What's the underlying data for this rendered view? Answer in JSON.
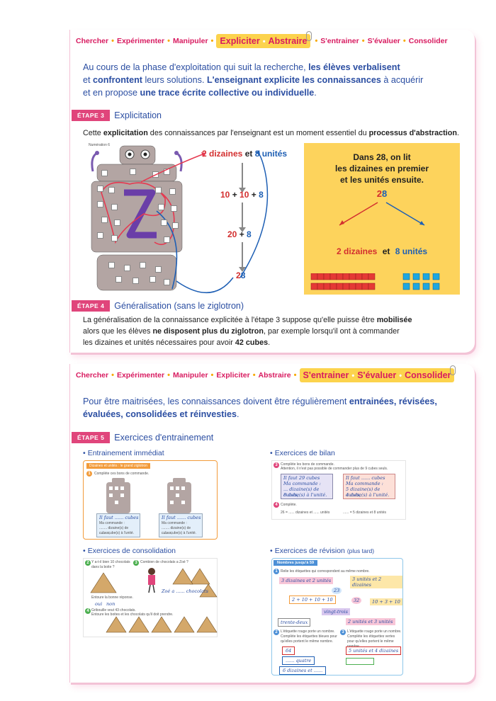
{
  "card1": {
    "nav": {
      "items": [
        "Chercher",
        "Expérimenter",
        "Manipuler"
      ],
      "highlight": [
        "Expliciter",
        "Abstraire"
      ],
      "after": [
        "S'entrainer",
        "S'évaluer",
        "Consolider"
      ]
    },
    "intro": {
      "l1a": "Au cours de la phase d'exploitation qui suit la recherche, ",
      "l1b": "les élèves verbalisent",
      "l2a": "et ",
      "l2b": "confrontent",
      "l2c": " leurs solutions. ",
      "l2d": "L'enseignant explicite les connaissances",
      "l2e": " à acquérir",
      "l3a": "et en propose ",
      "l3b": "une trace écrite collective ou individuelle",
      "l3c": "."
    },
    "etape3": {
      "tag": "ÉTAPE 3",
      "title": "Explicitation"
    },
    "para3": {
      "a": "Cette ",
      "b": "explicitation",
      "c": " des connaissances par l'enseignant est un moment essentiel du ",
      "d": "processus d'abstraction",
      "e": "."
    },
    "calc": {
      "line1_red": "2 dizaines",
      "line1_mid": " et ",
      "line1_blue": "8 unités",
      "line2_a": "10",
      "line2_b": " + ",
      "line2_c": "10",
      "line2_d": " + ",
      "line2_e": "8",
      "line3_a": "20",
      "line3_b": " + ",
      "line3_c": "8",
      "line4_a": "2",
      "line4_b": "8"
    },
    "yellow": {
      "l1": "Dans 28, on lit",
      "l2": "les dizaines en premier",
      "l3": "et les unités ensuite.",
      "n_a": "2",
      "n_b": "8",
      "diz": "2 dizaines",
      "et": "et",
      "uni": "8 unités"
    },
    "etape4": {
      "tag": "ÉTAPE 4",
      "title": "Généralisation (sans le ziglotron)"
    },
    "para4": {
      "l1a": "La généralisation de la connaissance explicitée à l'étape 3 suppose qu'elle puisse être ",
      "l1b": "mobilisée",
      "l2a": "alors que les élèves ",
      "l2b": "ne disposent plus du ziglotron",
      "l2c": ", par exemple lorsqu'il ont à commander",
      "l3a": "les dizaines et unités nécessaires pour avoir ",
      "l3b": "42 cubes",
      "l3c": "."
    },
    "robot_label": "Numération 6"
  },
  "card2": {
    "nav": {
      "items": [
        "Chercher",
        "Expérimenter",
        "Manipuler",
        "Expliciter",
        "Abstraire"
      ],
      "highlight": [
        "S'entrainer",
        "S'évaluer",
        "Consolider"
      ]
    },
    "intro": {
      "l1a": "Pour être maitrisées, les connaissances doivent être régulièrement ",
      "l1b": "entrainées, révisées,",
      "l2a": "évaluées, consolidées et réinvesties",
      "l2b": "."
    },
    "etape5": {
      "tag": "ÉTAPE 5",
      "title": "Exercices d'entrainement"
    },
    "sections": {
      "immediat": "Entrainement immédiat",
      "bilan": "Exercices de bilan",
      "consolidation": "Exercices de consolidation",
      "revision": "Exercices de révision",
      "revision_note": "(plus tard)"
    },
    "thumb_immediat": {
      "header": "Dizaines et unités : le grand ziglotron",
      "q1": "Complète ces bons de commande.",
      "h1": "Il faut ...... cubes",
      "h2": "Ma commande :",
      "h3": "........ dizaine(s) de cubes,",
      "h4": "........ cube(s) à l'unité."
    },
    "thumb_bilan": {
      "q3": "Complète les bons de commande.",
      "q3b": "Attention, il n'est pas possible de commander plus de 9 cubes seuls.",
      "a1": "Il faut 29 cubes",
      "a2": "Ma commande :",
      "a3": "... dizaine(s) de cubes,",
      "a4": "8 cube(s) à l'unité.",
      "b1": "Il faut ...... cubes",
      "b2": "Ma commande :",
      "b3": "5 dizaine(s) de cubes,",
      "b4": "4 cube(s) à l'unité.",
      "q4": "Complète.",
      "eq1": "26 = ...... dizaines et ...... unités",
      "eq2": "...... = 5 dizaines et 8 unités"
    },
    "thumb_conso": {
      "q2": "Y a-t-il bien 10 chocolats dans la boite ?",
      "q2b": "Entoure la bonne réponse.",
      "oui": "oui",
      "non": "non",
      "q3": "Combien de chocolats a Zoé ?",
      "zoe": "Zoé a ...... chocolats",
      "q4": "Gribouille veut 43 chocolats.",
      "q4b": "Entoure les boites et les chocolats qu'il doit prendre."
    },
    "thumb_rev": {
      "header": "Nombres jusqu'à 59",
      "q1": "Relie les étiquettes qui correspondent au même nombre.",
      "e1": "3 dizaines et 2 unités",
      "e2": "3 unités et 2 dizaines",
      "e3": "23",
      "e4": "2 + 10 + 10 + 10",
      "e5": "32",
      "e6": "10 + 3 + 10",
      "e7": "vingt-trois",
      "e8": "trente-deux",
      "e9": "2 unités et 3 unités",
      "q2": "L'étiquette rouge porte un nombre. Complète les étiquettes bleues pour qu'elles portent le même nombre.",
      "v1": "64",
      "v2": "...... quatre",
      "v3": "6 dizaines et ......",
      "q3": "L'étiquette rouge porte un nombre. Complète les étiquettes vertes pour qu'elles portent le même nombre.",
      "w1": "5 unités et 4 dizaines"
    }
  },
  "colors": {
    "pink": "#d81b60",
    "yellow": "#fcd34d",
    "blue": "#2b4ea2",
    "red": "#d32f2f",
    "cube_red": "#e53935",
    "cube_blue": "#1ea7e1"
  }
}
